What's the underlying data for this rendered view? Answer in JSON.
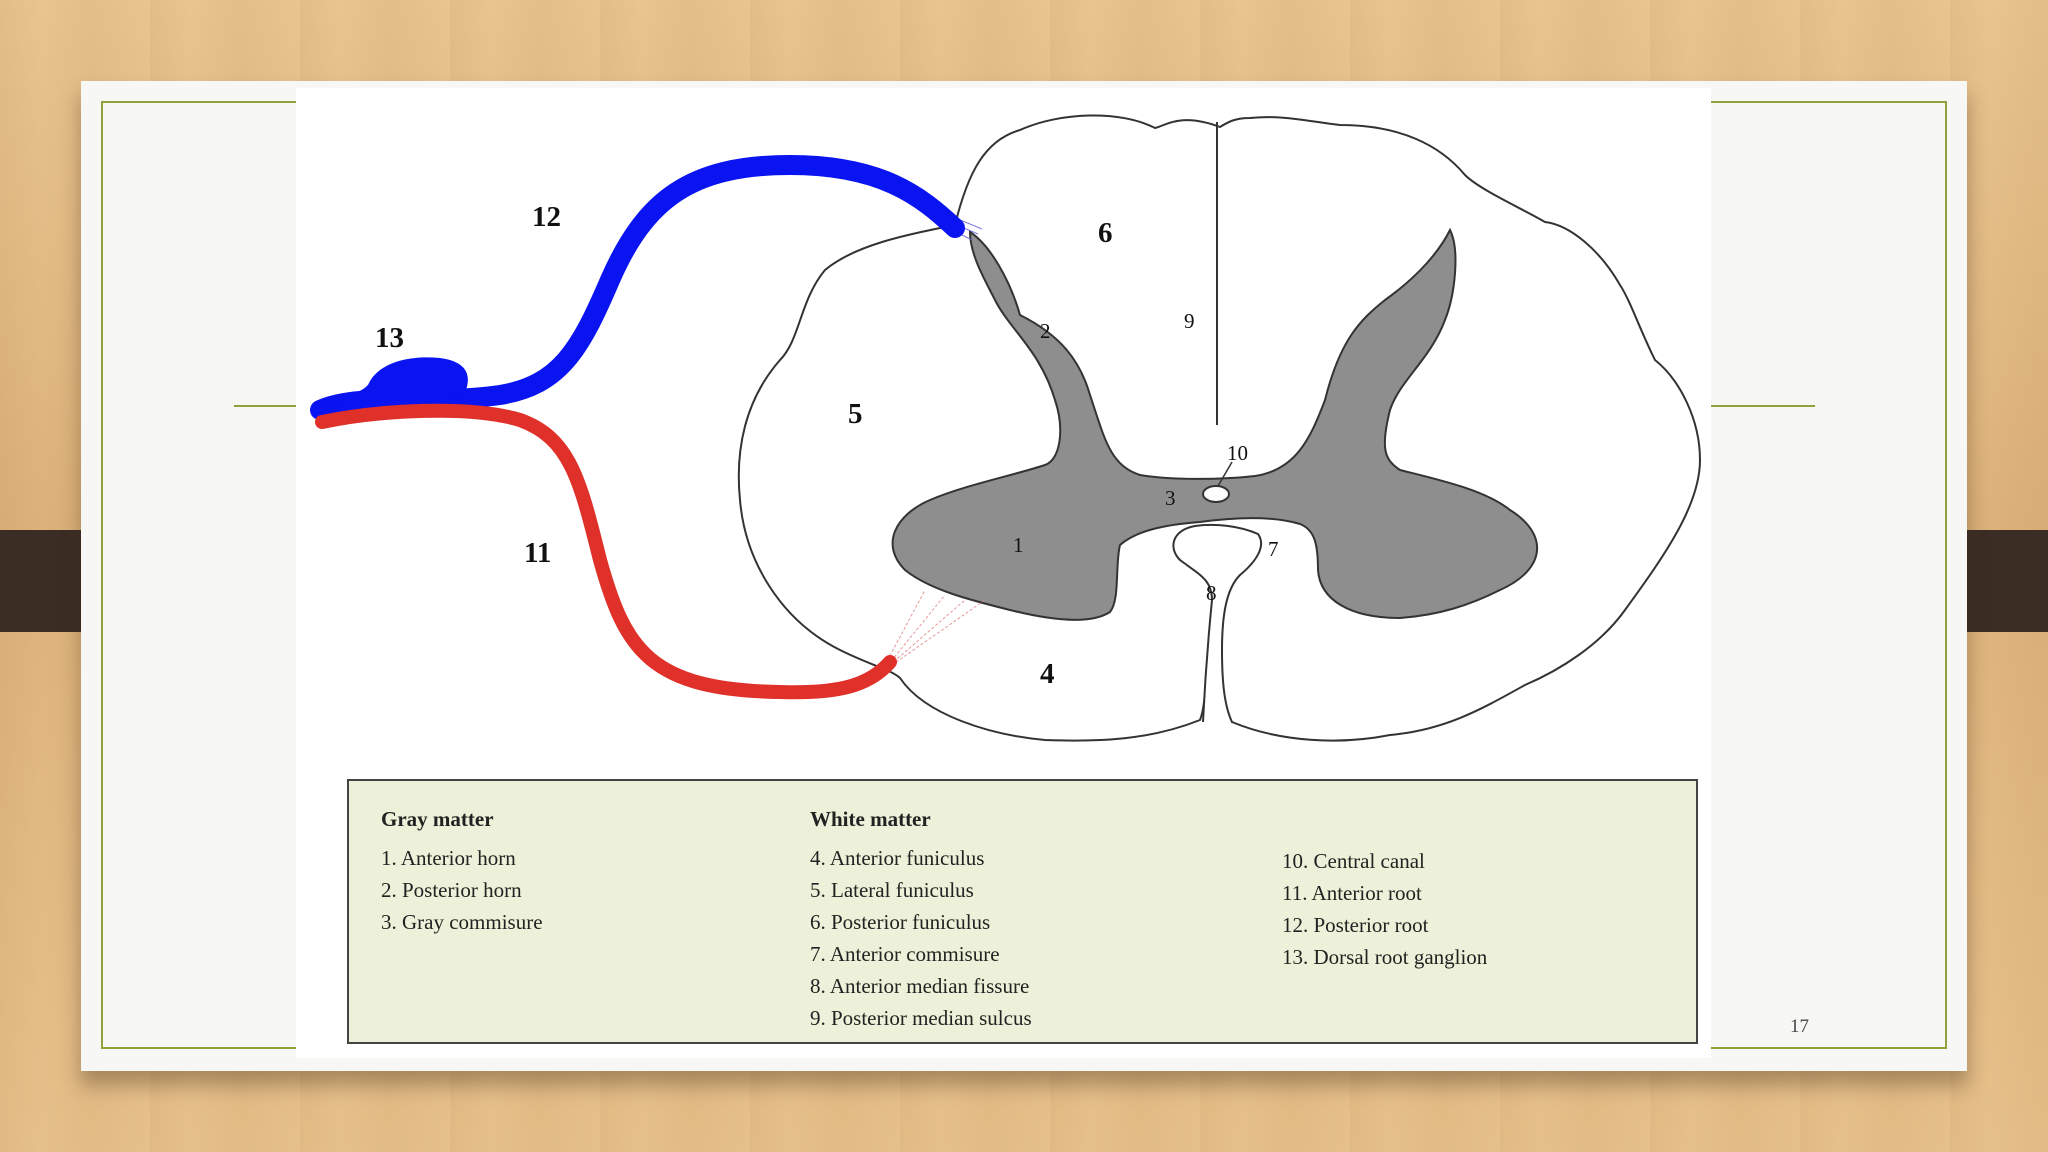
{
  "diagram_labels": {
    "posterior_root_num": "12",
    "ganglion_num": "13",
    "anterior_root_num": "11",
    "posterior_funiculus_num": "6",
    "lateral_funiculus_num": "5",
    "anterior_funiculus_num": "4",
    "posterior_horn_num": "2",
    "anterior_horn_num": "1",
    "gray_commissure_num": "3",
    "posterior_median_sulcus_num": "9",
    "central_canal_num": "10",
    "anterior_commissure_num": "7",
    "anterior_median_fissure_num": "8"
  },
  "legend": {
    "gray": {
      "heading": "Gray matter",
      "items": [
        "1. Anterior horn",
        "2. Posterior horn",
        "3. Gray commisure"
      ]
    },
    "white": {
      "heading": "White matter",
      "items": [
        "4. Anterior funiculus",
        "5. Lateral funiculus",
        "6. Posterior funiculus",
        "7. Anterior commisure",
        "8. Anterior median fissure",
        "9. Posterior median sulcus"
      ]
    },
    "other": {
      "items": [
        "10. Central canal",
        "11. Anterior root",
        "12. Posterior root",
        "13. Dorsal root ganglion"
      ]
    }
  },
  "page_number": "17",
  "colors": {
    "posterior_root": "#0a14f0",
    "anterior_root": "#e0302a",
    "gray_matter": "#8e8e8e",
    "legend_bg": "#eef1d9",
    "frame_line": "#8ea23a"
  }
}
